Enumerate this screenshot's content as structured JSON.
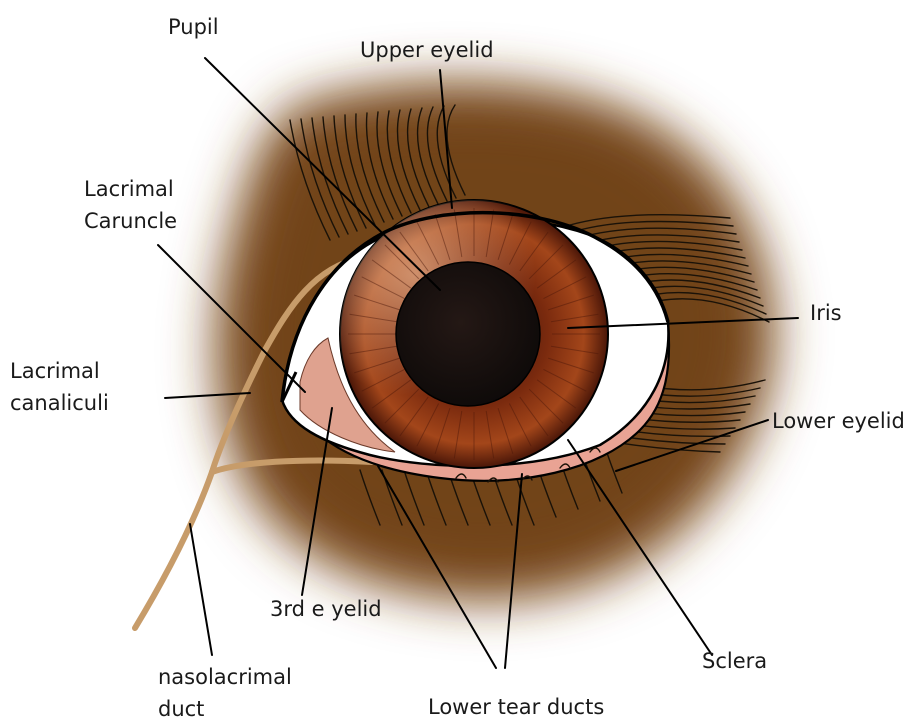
{
  "colors": {
    "background": "#ffffff",
    "fur": "#7a4a1e",
    "iris_dark": "#3e1407",
    "iris_light": "#b5501c",
    "pupil": "#161010",
    "sclera": "#ffffff",
    "lid_margin": "#e9a394",
    "third_eyelid": "#dfa28f",
    "ducts": "#c79c6a"
  },
  "labels": {
    "pupil": "Pupil",
    "upper_eyelid": "Upper eyelid",
    "lacrimal_caruncle_1": "Lacrimal",
    "lacrimal_caruncle_2": "Caruncle",
    "iris": "Iris",
    "lacrimal_canaliculi_1": "Lacrimal",
    "lacrimal_canaliculi_2": "canaliculi",
    "lower_eyelid": "Lower eyelid",
    "third_eyelid": "3rd e yelid",
    "nasolacrimal_duct_1": "nasolacrimal",
    "nasolacrimal_duct_2": "duct",
    "sclera": "Sclera",
    "lower_tear_ducts": "Lower tear ducts"
  }
}
